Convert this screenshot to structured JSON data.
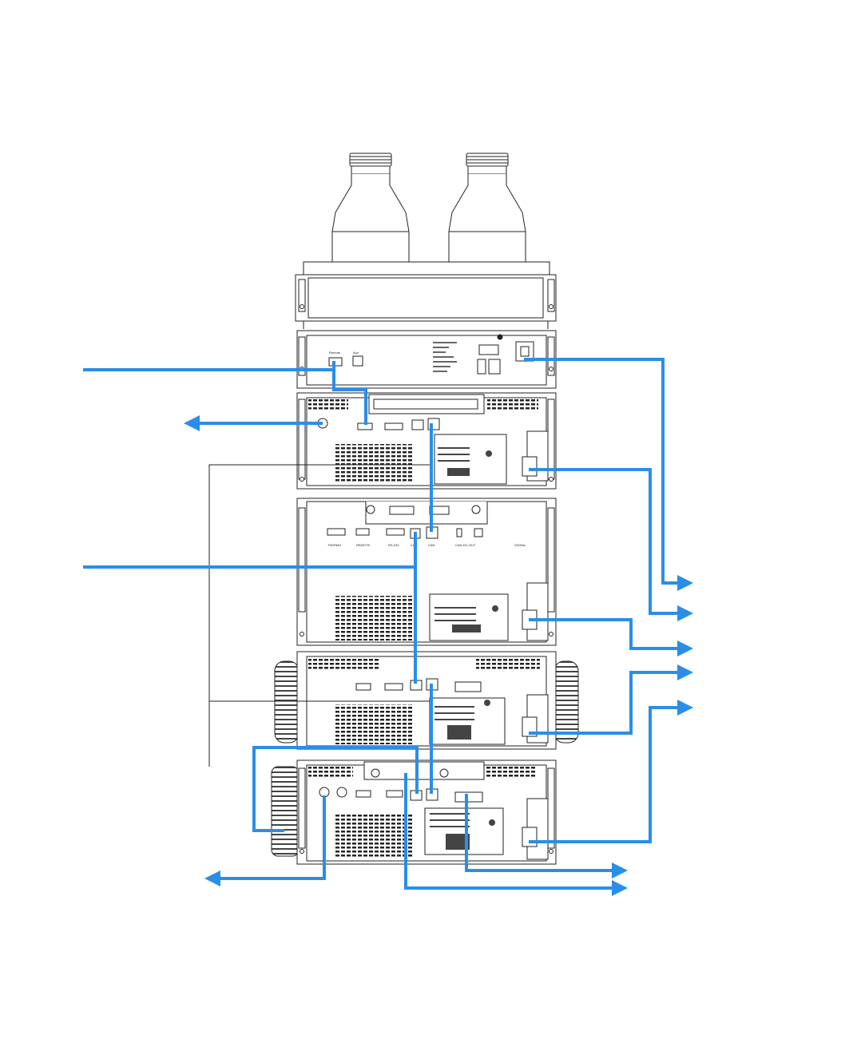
{
  "diagram": {
    "accent_color": "#2a8ee8",
    "line_color": "#222222",
    "modules": [
      {
        "id": "solvent-cabinet"
      },
      {
        "id": "degasser",
        "port_labels": [
          "Remote",
          "Aux"
        ]
      },
      {
        "id": "pump"
      },
      {
        "id": "autosampler",
        "port_labels": [
          "THERMO",
          "REMOTE",
          "RS-232",
          "CAN",
          "CAN",
          "CAN-DC-OUT",
          "SIGNAL"
        ]
      },
      {
        "id": "column-compartment"
      },
      {
        "id": "detector"
      }
    ]
  }
}
